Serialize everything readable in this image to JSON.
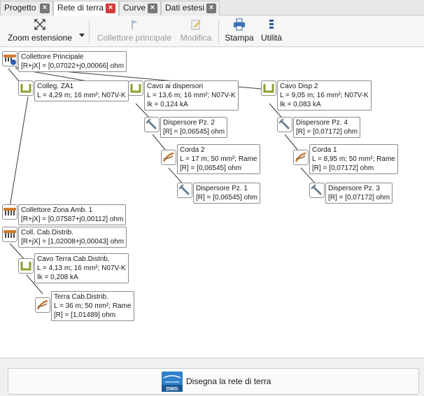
{
  "tabs": [
    {
      "label": "Progetto",
      "active": false
    },
    {
      "label": "Rete di terra",
      "active": true
    },
    {
      "label": "Curve",
      "active": false
    },
    {
      "label": "Dati estesi",
      "active": false
    }
  ],
  "toolbar": {
    "zoom_label": "Zoom estensione",
    "collettore_label": "Collettore principale",
    "modifica_label": "Modifica",
    "stampa_label": "Stampa",
    "utilita_label": "Utilità"
  },
  "nodes": {
    "collettore_principale": {
      "lines": [
        "Collettore Principale",
        "[R+jX] = [0,07022+j0,00066] ohm"
      ]
    },
    "colleg_za1": {
      "lines": [
        "Colleg. ZA1",
        "L = 4,29 m; 16 mm²; N07V-K"
      ]
    },
    "cavo_dispersori": {
      "lines": [
        "Cavo ai dispersori",
        "L = 13,6 m; 16 mm²; N07V-K",
        "Ik = 0,124 kA"
      ]
    },
    "cavo_disp2": {
      "lines": [
        "Cavo Disp 2",
        "L = 9,05 m; 16 mm²; N07V-K",
        "Ik = 0,083 kA"
      ]
    },
    "dispersore_pz2": {
      "lines": [
        "Dispersore Pz. 2",
        "[R] = [0,06545] ohm"
      ]
    },
    "dispersore_pz4": {
      "lines": [
        "Dispersore Pz. 4",
        "[R] = [0,07172] ohm"
      ]
    },
    "corda2": {
      "lines": [
        "Corda 2",
        "L = 17 m; 50 mm²; Rame",
        "[R] = [0,06545] ohm"
      ]
    },
    "corda1": {
      "lines": [
        "Corda 1",
        "L = 8,95 m; 50 mm²; Rame",
        "[R] = [0,07172] ohm"
      ]
    },
    "dispersore_pz1": {
      "lines": [
        "Dispersore Pz. 1",
        "[R] = [0,06545] ohm"
      ]
    },
    "dispersore_pz3": {
      "lines": [
        "Dispersore Pz. 3",
        "[R] = [0,07172] ohm"
      ]
    },
    "collettore_zona": {
      "lines": [
        "Collettore Zona Amb. 1",
        "[R+jX] = [0,07587+j0,00112] ohm"
      ]
    },
    "coll_cab": {
      "lines": [
        "Coll. Cab.Distrib.",
        "[R+jX] = [1,02008+j0,00043] ohm"
      ]
    },
    "cavo_terra_cab": {
      "lines": [
        "Cavo Terra Cab.Distrib.",
        "L = 4,13 m; 16 mm²; N07V-K",
        "Ik = 0,208 kA"
      ]
    },
    "terra_cab": {
      "lines": [
        "Terra Cab.Distrib.",
        "L = 36 m; 50 mm²; Rame",
        "[R] = [1,01489] ohm"
      ]
    }
  },
  "bottom": {
    "draw_button_label": "Disegna la rete di terra",
    "dwg_icon_text": "DWG"
  }
}
